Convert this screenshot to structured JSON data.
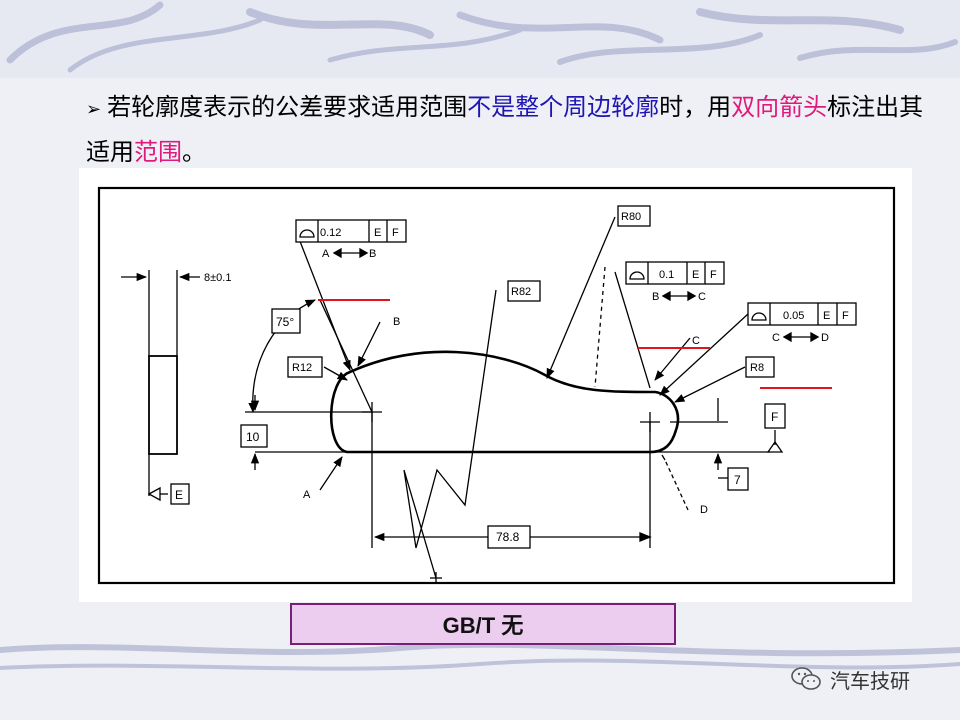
{
  "heading": {
    "bullet": "➢",
    "part1": "若轮廓度表示的公差要求适用范围",
    "part2": "不是整个周边轮廓",
    "part3": "时，用",
    "part4": "双向箭头",
    "part5": "标注出其适用",
    "part6": "范围",
    "part7": "。"
  },
  "drawing": {
    "dim_thickness": "8±0.1",
    "angle": "75°",
    "radius_left": "R12",
    "radius_top": "R82",
    "radius_peak": "R80",
    "radius_right": "R8",
    "height": "10",
    "offset": "7",
    "length": "78.8",
    "datum_e": "E",
    "datum_f": "F",
    "fcf1": {
      "tol": "0.12",
      "d1": "E",
      "d2": "F",
      "range_from": "A",
      "range_to": "B"
    },
    "fcf2": {
      "tol": "0.1",
      "d1": "E",
      "d2": "F",
      "range_from": "B",
      "range_to": "C"
    },
    "fcf3": {
      "tol": "0.05",
      "d1": "E",
      "d2": "F",
      "range_from": "C",
      "range_to": "D"
    },
    "point_a": "A",
    "point_b": "B",
    "point_c": "C",
    "point_d": "D"
  },
  "standard_label": "GB/T 无",
  "watermark": "汽车技研",
  "colors": {
    "blue": "#1f16b0",
    "magenta": "#e0197d",
    "marker_red": "#e0141a",
    "box_fill": "#eccdef",
    "box_border": "#7a1f77"
  }
}
